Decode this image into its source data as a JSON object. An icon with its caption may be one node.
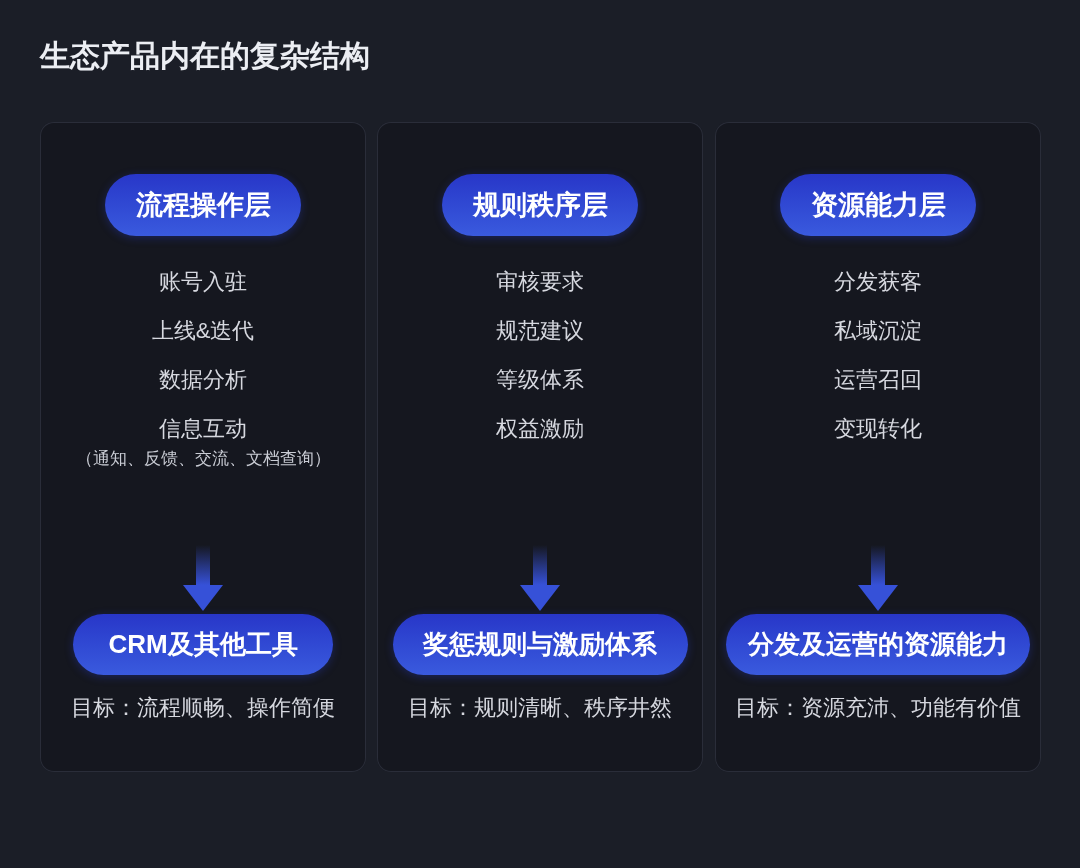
{
  "diagram": {
    "title": "生态产品内在的复杂结构",
    "nodes": [
      {
        "text": [],
        "shape": "box"
      },
      {
        "text": [
          "流程操作层"
        ],
        "in": 0
      },
      {
        "text": [
          "账号入驻",
          "上线&迭代",
          "数据分析",
          "信息互动",
          "（通知、反馈、交流、文档查询）"
        ],
        "in": 0
      },
      {
        "text": [
          "CRM及其他工具"
        ],
        "in": 0,
        "beside": [
          "目标：流程顺畅、操作简便"
        ]
      },
      {
        "text": [],
        "shape": "box"
      },
      {
        "text": [
          "规则秩序层"
        ],
        "in": 4
      },
      {
        "text": [
          "审核要求",
          "规范建议",
          "等级体系",
          "权益激励"
        ],
        "in": 4
      },
      {
        "text": [
          "奖惩规则与激励体系"
        ],
        "in": 4,
        "beside": [
          "目标：规则清晰、秩序井然"
        ]
      },
      {
        "text": [],
        "shape": "box"
      },
      {
        "text": [
          "资源能力层"
        ],
        "in": 8
      },
      {
        "text": [
          "分发获客",
          "私域沉淀",
          "运营召回",
          "变现转化"
        ],
        "in": 8
      },
      {
        "text": [
          "分发及运营的资源能力"
        ],
        "in": 8,
        "beside": [
          "目标：资源充沛、功能有价值"
        ]
      }
    ],
    "edges": [
      {
        "from": 2,
        "to": 3,
        "arrow": "to"
      },
      {
        "from": 6,
        "to": 7,
        "arrow": "to"
      },
      {
        "from": 10,
        "to": 11,
        "arrow": "to"
      }
    ]
  }
}
